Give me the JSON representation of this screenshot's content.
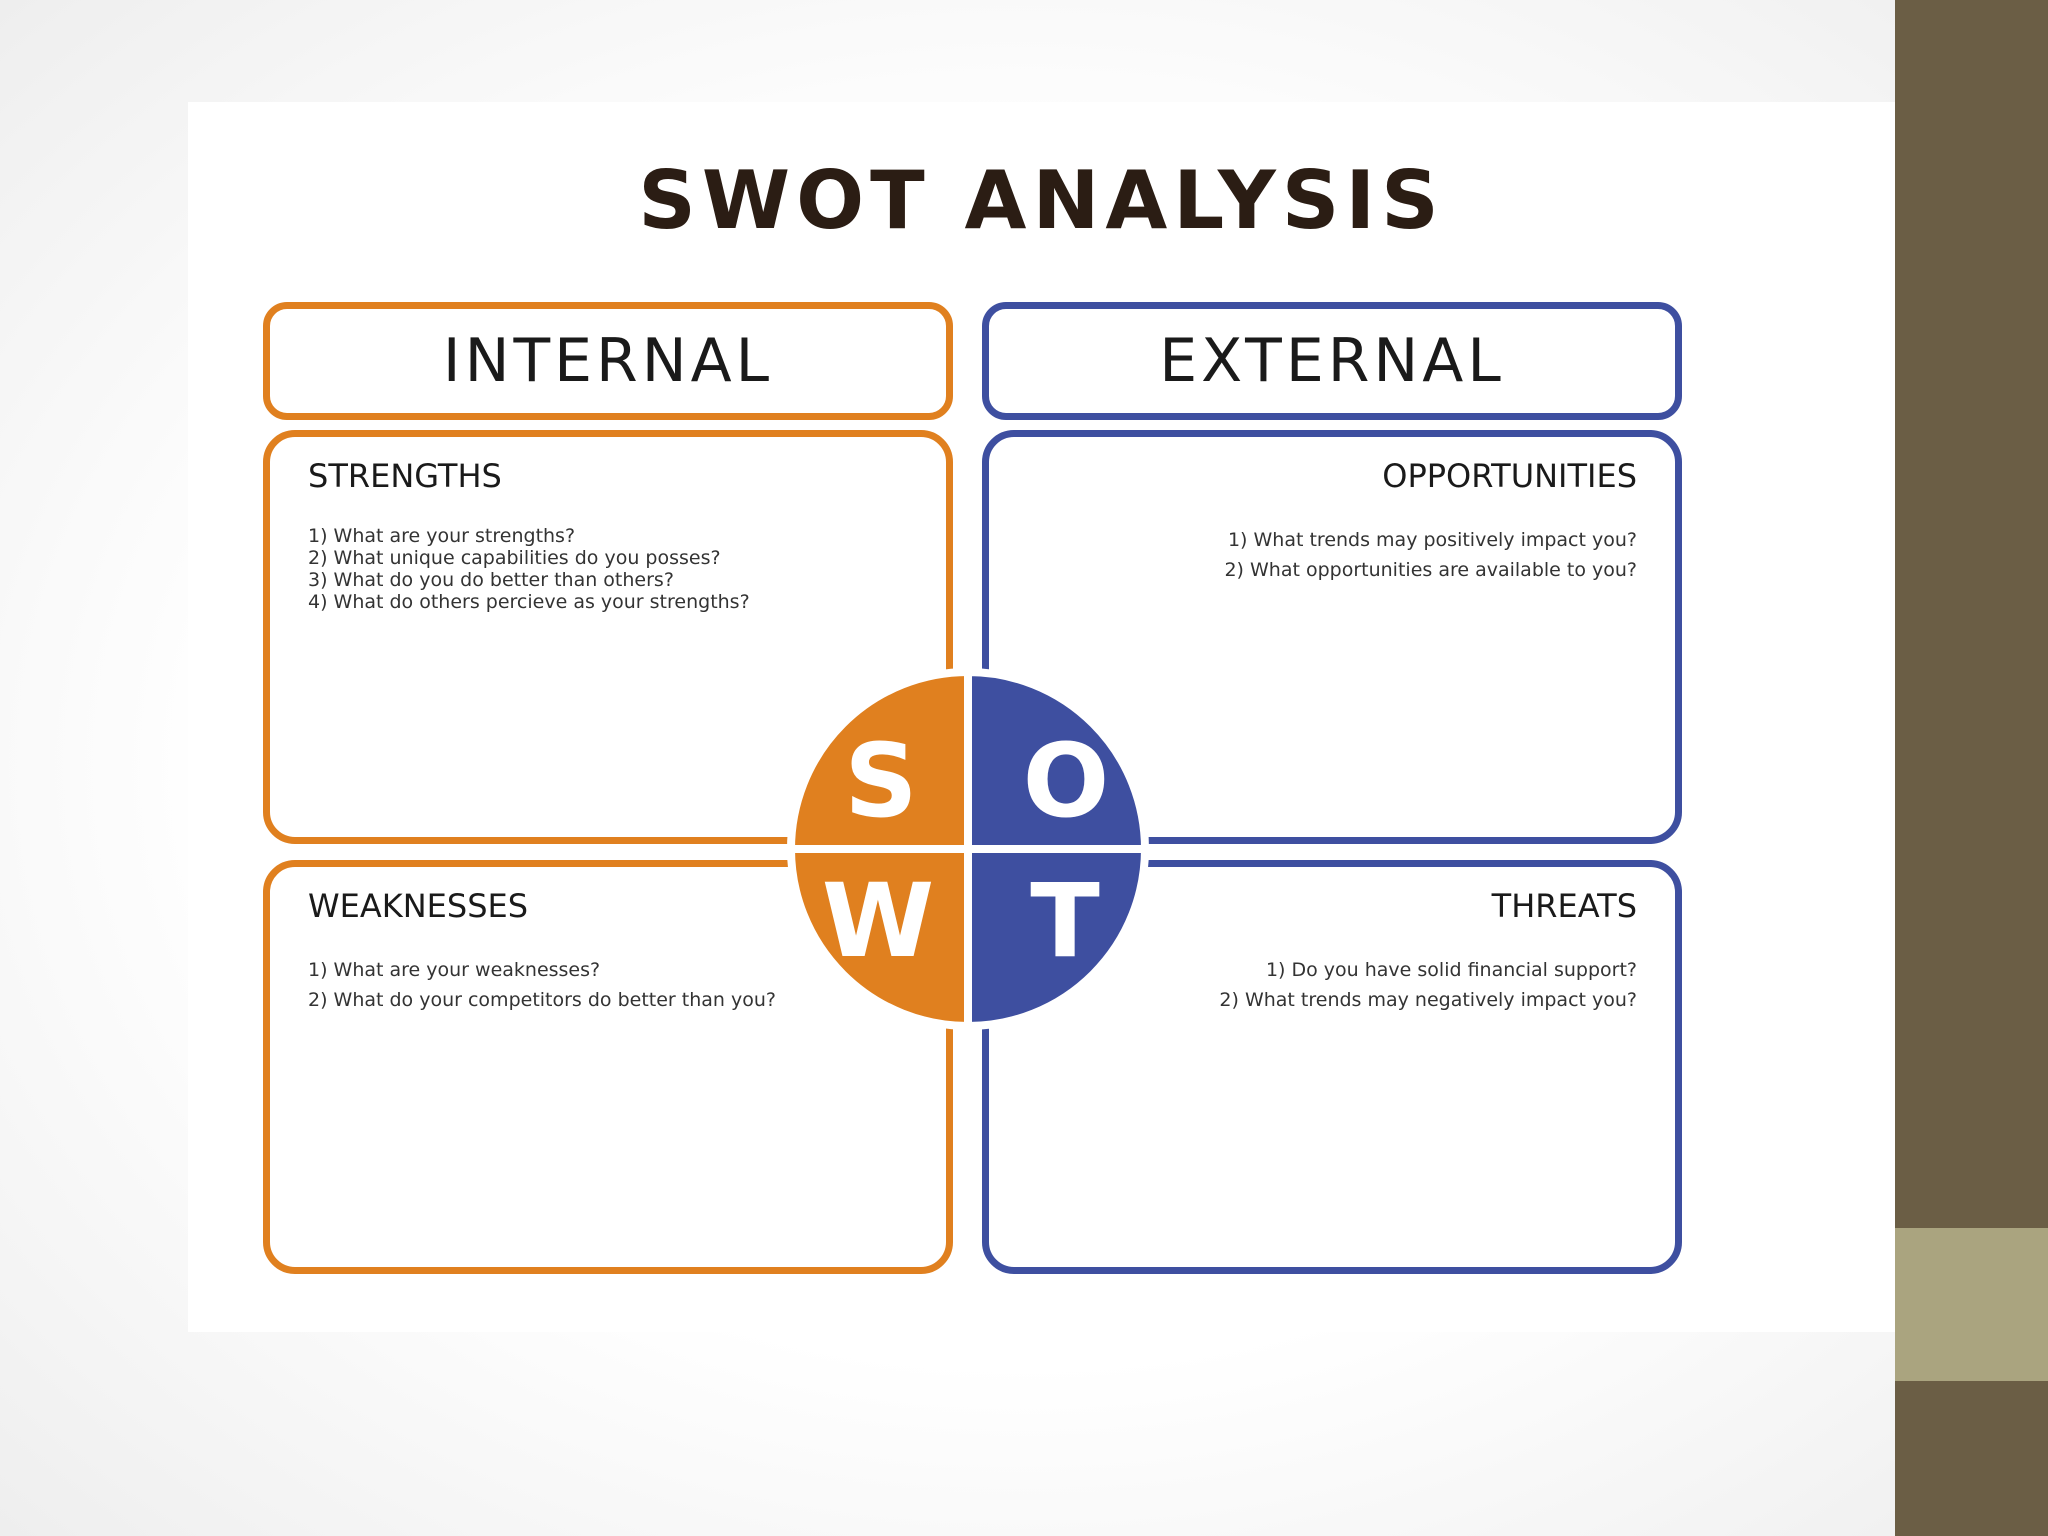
{
  "title": "SWOT ANALYSIS",
  "headers": {
    "internal": "INTERNAL",
    "external": "EXTERNAL"
  },
  "quadrants": {
    "strengths": {
      "label": "STRENGTHS",
      "items": [
        "1) What are your strengths?",
        "2) What unique capabilities do you posses?",
        "3) What do you do better than others?",
        "4) What do others percieve as your strengths?"
      ]
    },
    "opportunities": {
      "label": "OPPORTUNITIES",
      "items": [
        "1) What trends may positively impact you?",
        "2) What opportunities are available to you?"
      ]
    },
    "weaknesses": {
      "label": "WEAKNESSES",
      "items": [
        "1) What are your weaknesses?",
        "2) What do your competitors do better than you?"
      ]
    },
    "threats": {
      "label": "THREATS",
      "items": [
        "1) Do you have solid financial support?",
        "2) What trends may negatively impact you?"
      ]
    }
  },
  "letters": {
    "s": "S",
    "o": "O",
    "w": "W",
    "t": "T"
  },
  "colors": {
    "internal": "#e0801f",
    "external": "#3e4fa0",
    "sidebar": "#6b5e45",
    "sidebar_accent": "#aaa47f"
  }
}
